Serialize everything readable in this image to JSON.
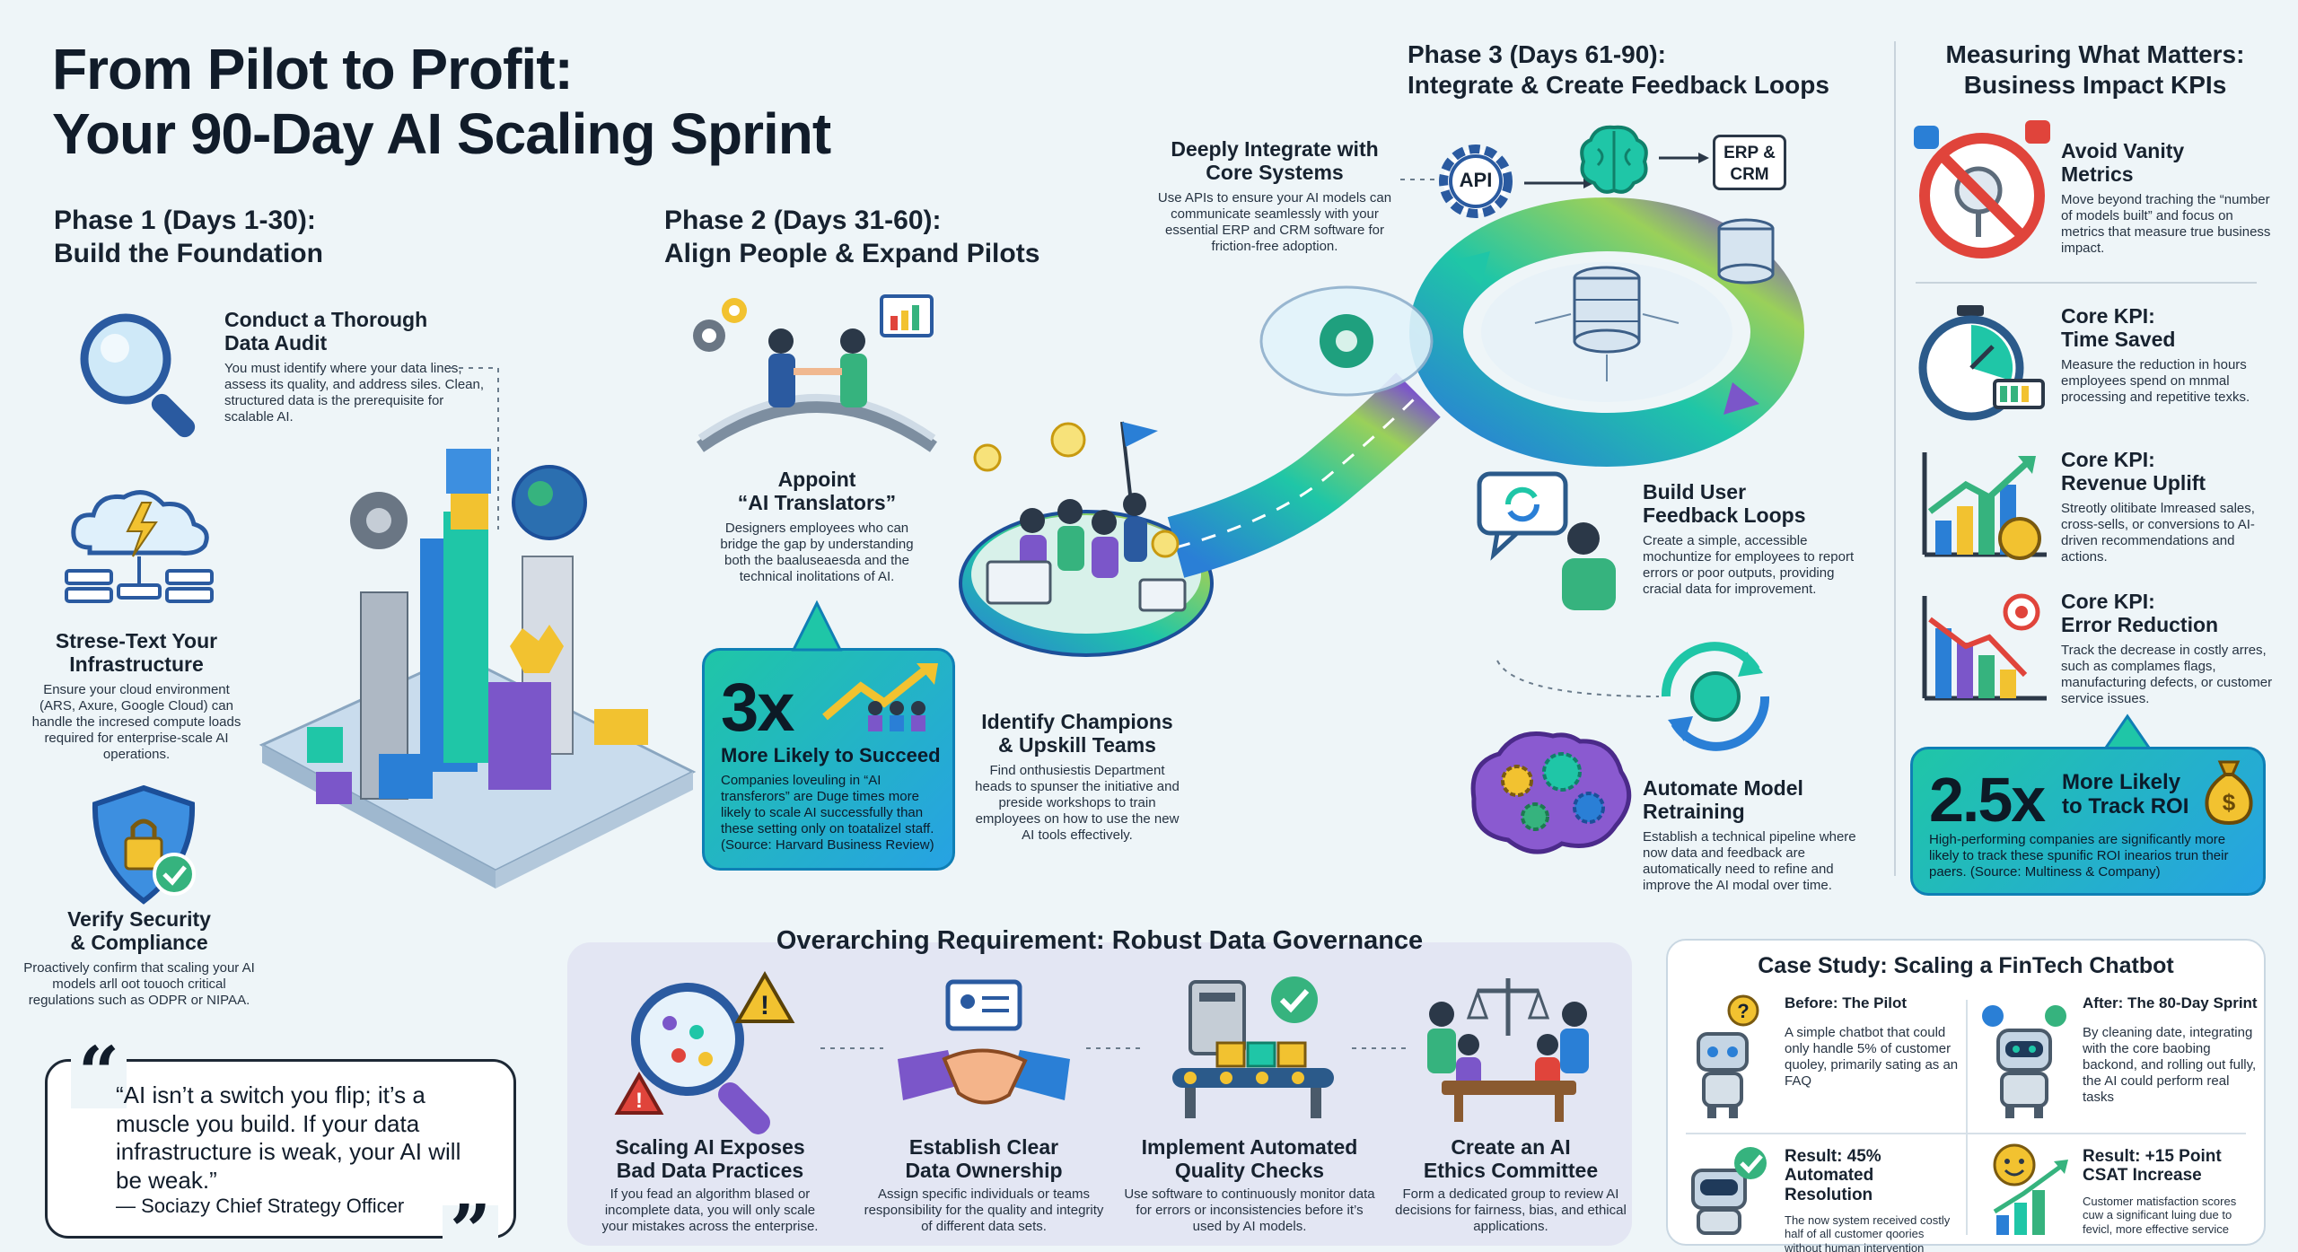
{
  "title": {
    "line1": "From Pilot to Profit:",
    "line2": "Your 90-Day AI Scaling Sprint"
  },
  "phase1": {
    "heading_line1": "Phase 1 (Days 1-30):",
    "heading_line2": "Build the Foundation",
    "items": [
      {
        "title_line1": "Conduct a Thorough",
        "title_line2": "Data Audit",
        "body": "You must identify where your data lines, assess its quality, and address siles. Clean, structured data is the prerequisite for scalable AI."
      },
      {
        "title_line1": "Strese-Text Your",
        "title_line2": "Infrastructure",
        "body": "Ensure your cloud environment (ARS, Axure, Google Cloud) can handle the incresed compute loads required for enterprise-scale AI operations."
      },
      {
        "title_line1": "Verify Security",
        "title_line2": "& Compliance",
        "body": "Proactively confirm that scaling your AI models arll oot touoch critical regulations such as ODPR or NIPAA."
      }
    ]
  },
  "phase2": {
    "heading_line1": "Phase 2 (Days 31-60):",
    "heading_line2": "Align People & Expand Pilots",
    "items": [
      {
        "title_line1": "Appoint",
        "title_line2": "“AI Translators”",
        "body": "Designers employees who can bridge the gap by understanding both the baaluseaesda and the technical inolitations of AI."
      },
      {
        "title_line1": "Identify Champions",
        "title_line2": "& Upskill Teams",
        "body": "Find onthusiestis Department heads to spunser the initiative and preside workshops to train employees on how to use the new AI tools effectively."
      }
    ],
    "stat": {
      "value": "3x",
      "label": "More Likely to Succeed",
      "body": "Companies loveuling in “AI transferors” are Duge times more likely to scale AI successfully than these setting only on toatalizel staff. (Source: Harvard Business Review)"
    }
  },
  "phase3": {
    "heading_line1": "Phase 3 (Days 61-90):",
    "heading_line2": "Integrate & Create Feedback Loops",
    "items": [
      {
        "title_line1": "Deeply Integrate with",
        "title_line2": "Core Systems",
        "body": "Use APIs to ensure your AI models can communicate seamlessly with your essential ERP and CRM software for friction-free adoption."
      },
      {
        "title_line1": "Build User",
        "title_line2": "Feedback Loops",
        "body": "Create a simple, accessible mochuntize for employees to report errors or poor outputs, providing cracial data for improvement."
      },
      {
        "title_line1": "Automate Model",
        "title_line2": "Retraining",
        "body": "Establish a technical pipeline where now data and feedback are automatically need to refine and improve the AI modal over time."
      }
    ],
    "diagram_labels": {
      "api": "API",
      "erp": "ERP &",
      "crm": "CRM"
    }
  },
  "kpis": {
    "heading_line1": "Measuring What Matters:",
    "heading_line2": "Business Impact KPIs",
    "items": [
      {
        "title_line1": "Avoid Vanity",
        "title_line2": "Metrics",
        "body": "Move beyond traching the “number of models built” and focus on metrics that measure true business impact."
      },
      {
        "title_line1": "Core KPI:",
        "title_line2": "Time Saved",
        "body": "Measure the reduction in hours employees spend on mnmal processing and repetitive texks."
      },
      {
        "title_line1": "Core KPI:",
        "title_line2": "Revenue Uplift",
        "body": "Streotly olitibate lmreased sales, cross-sells, or conversions to AI-driven recommendations and actions."
      },
      {
        "title_line1": "Core KPI:",
        "title_line2": "Error Reduction",
        "body": "Track the decrease in costly arres, such as complames flags, manufacturing defects, or customer service issues."
      }
    ],
    "stat": {
      "value": "2.5x",
      "label_line1": "More Likely",
      "label_line2": "to Track ROI",
      "body": "High-performing companies are significantly more likely to track these spunific ROI inearios trun their paers. (Source: Multiness & Company)"
    }
  },
  "quote": {
    "text": "“AI isn’t a switch you flip; it’s a muscle you build. If your data infrastructure is weak, your AI will be weak.”",
    "author": "— Sociazy Chief Strategy Officer"
  },
  "governance": {
    "heading": "Overarching Requirement: Robust Data Governance",
    "items": [
      {
        "title_line1": "Scaling AI Exposes",
        "title_line2": "Bad Data Practices",
        "body": "If you fead an algorithm blased or incomplete data, you will only scale your mistakes across the enterprise."
      },
      {
        "title_line1": "Establish Clear",
        "title_line2": "Data Ownership",
        "body": "Assign specific individuals or teams responsibility for the quality and integrity of different data sets."
      },
      {
        "title_line1": "Implement Automated",
        "title_line2": "Quality Checks",
        "body": "Use software to continuously monitor data for errors or inconsistencies before it’s used by AI models."
      },
      {
        "title_line1": "Create an AI",
        "title_line2": "Ethics Committee",
        "body": "Form a dedicated group to review AI decisions for fairness, bias, and ethical applications."
      }
    ]
  },
  "case_study": {
    "heading": "Case Study: Scaling a FinTech Chatbot",
    "cells": [
      {
        "title": "Before: The Pilot",
        "body": "A simple chatbot that could only handle 5% of customer quoley, primarily sating as an FAQ"
      },
      {
        "title": "After: The 80-Day Sprint",
        "body": "By cleaning date, integrating with the core baobing backond, and rolling out fully, the AI could perform real tasks"
      },
      {
        "title_line1": "Result: 45%",
        "title_line2": "Automated Resolution",
        "body": "The now system received costly half of all customer qoories without human intervention"
      },
      {
        "title_line1": "Result: +15 Point",
        "title_line2": "CSAT Increase",
        "body": "Customer matisfaction scores cuw a significant luing due to fevicl, more effective service"
      }
    ]
  },
  "colors": {
    "teal": "#1fc6a7",
    "blue": "#2a7fd6",
    "navy": "#17222f",
    "purple": "#7b56c9",
    "yellow": "#f2c230",
    "green": "#36b37e",
    "red": "#e0443b"
  }
}
